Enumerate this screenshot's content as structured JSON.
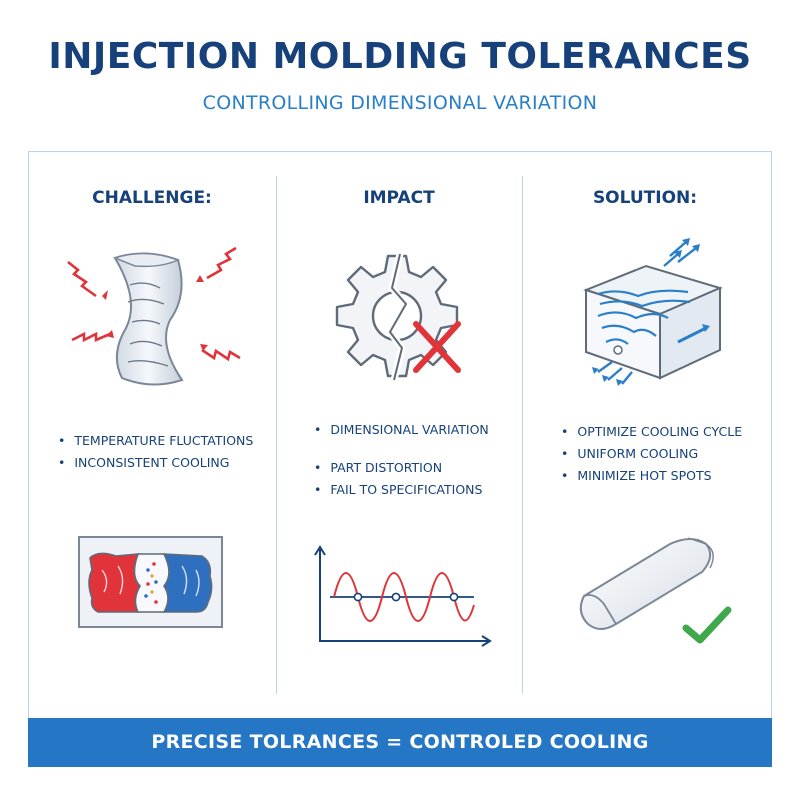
{
  "header": {
    "title": "INJECTION MOLDING TOLERANCES",
    "subtitle": "CONTROLLING DIMENSIONAL VARIATION"
  },
  "columns": [
    {
      "heading": "CHALLENGE:",
      "icon": "warped-part-icon",
      "bullets": [
        "TEMPERATURE FLUCTATIONS",
        "INCONSISTENT COOLING"
      ],
      "bottom_icon": "uneven-heat-mold-icon"
    },
    {
      "heading": "IMPACT",
      "icon": "broken-gear-icon",
      "bullets": [
        "DIMENSIONAL VARIATION",
        "PART DISTORTION",
        "FAIL TO SPECIFICATIONS"
      ],
      "bottom_icon": "variation-chart-icon"
    },
    {
      "heading": "SOLUTION:",
      "icon": "cooling-channel-mold-icon",
      "bullets": [
        "OPTIMIZE COOLING CYCLE",
        "UNIFORM COOLING",
        "MINIMIZE HOT SPOTS"
      ],
      "bottom_icon": "flat-part-check-icon"
    }
  ],
  "footer": {
    "text": "PRECISE TOLRANCES = CONTROLED COOLING"
  },
  "colors": {
    "navy": "#16417a",
    "accent_blue": "#2a7fc9",
    "banner_blue": "#2577c6",
    "hot_red": "#e0333a",
    "success_green": "#3ea84a",
    "panel_border": "#b7d2ea"
  }
}
